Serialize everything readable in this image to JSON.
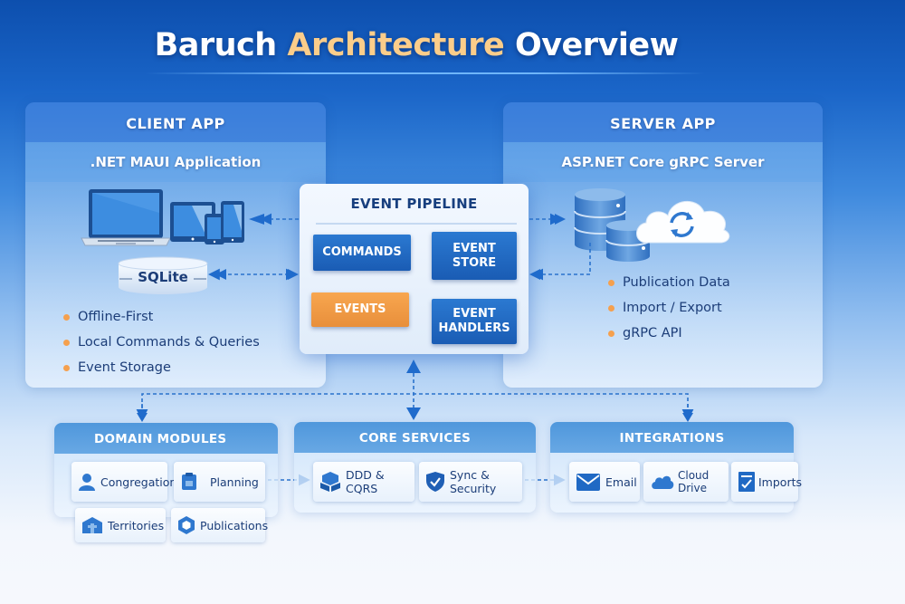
{
  "header": {
    "title_part1": "Baruch",
    "title_part2": "Architecture",
    "title_part3": "Overview"
  },
  "client": {
    "title": "CLIENT APP",
    "subtitle": ".NET MAUI Application",
    "database_label": "SQLite",
    "features": [
      "Offline-First",
      "Local Commands & Queries",
      "Event Storage"
    ]
  },
  "server": {
    "title": "SERVER APP",
    "subtitle": "ASP.NET Core gRPC Server",
    "features": [
      "Publication Data",
      "Import / Export",
      "gRPC API"
    ]
  },
  "pipeline": {
    "title": "EVENT PIPELINE",
    "commands": "COMMANDS",
    "event_store": "EVENT STORE",
    "events": "EVENTS",
    "event_handlers": "EVENT HANDLERS"
  },
  "domain_modules": {
    "title": "DOMAIN MODULES",
    "items": [
      "Congregation",
      "Planning",
      "Territories",
      "Publications"
    ]
  },
  "core_services": {
    "title": "CORE SERVICES",
    "items": [
      "DDD & CQRS",
      "Sync & Security"
    ]
  },
  "integrations": {
    "title": "INTEGRATIONS",
    "items": [
      "Email",
      "Cloud Drive",
      "Imports"
    ]
  },
  "colors": {
    "primary": "#1a5cb4",
    "accent_orange": "#f5a04e",
    "title_accent": "#fbcd8a",
    "text_dark": "#17366b"
  }
}
